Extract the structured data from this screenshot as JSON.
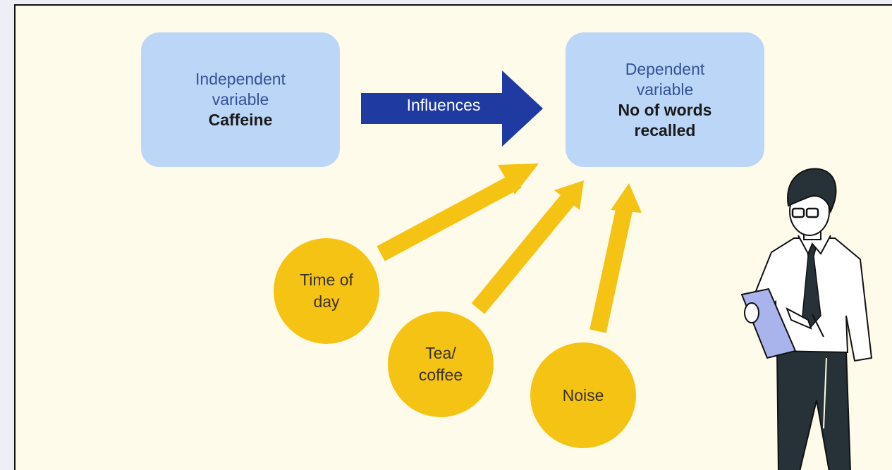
{
  "diagram": {
    "independent": {
      "label_line1": "Independent",
      "label_line2": "variable",
      "value": "Caffeine"
    },
    "relation": "Influences",
    "dependent": {
      "label_line1": "Dependent",
      "label_line2": "variable",
      "value_line1": "No of words",
      "value_line2": "recalled"
    },
    "factors": [
      {
        "line1": "Time of",
        "line2": "day"
      },
      {
        "line1": "Tea/",
        "line2": "coffee"
      },
      {
        "line1": "Noise"
      }
    ]
  },
  "colors": {
    "box": "#bcd6f7",
    "relation_arrow": "#1f3aa0",
    "factor": "#f5c313",
    "background": "#fffbea"
  },
  "icons": {
    "illustration": "person-with-tablet"
  }
}
